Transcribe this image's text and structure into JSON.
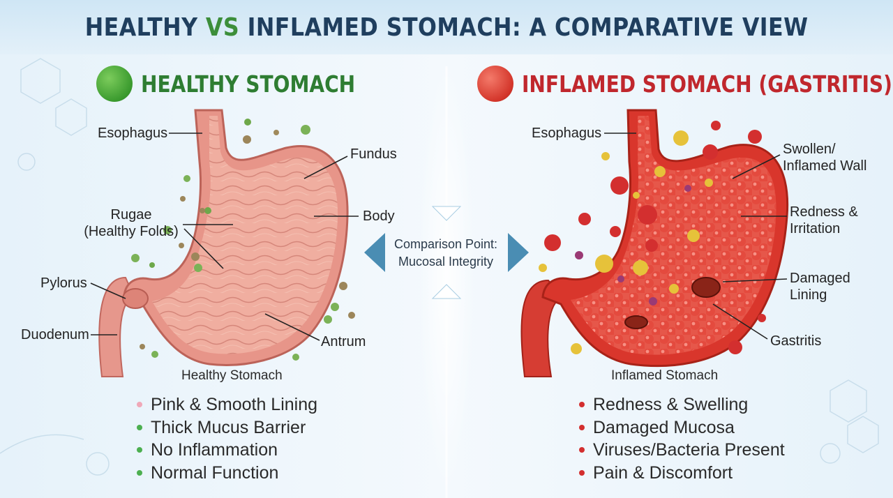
{
  "title": {
    "part1": "HEALTHY ",
    "vs": "VS",
    "part2": " INFLAMED STOMACH: A COMPARATIVE VIEW"
  },
  "healthy": {
    "heading": "HEALTHY STOMACH",
    "labels": {
      "esophagus": "Esophagus",
      "fundus": "Fundus",
      "body": "Body",
      "rugae_line1": "Rugae",
      "rugae_line2": "(Healthy Folds)",
      "pylorus": "Pylorus",
      "duodenum": "Duodenum",
      "antrum": "Antrum"
    },
    "caption": "Healthy Stomach",
    "bullets": [
      "Pink & Smooth Lining",
      "Thick Mucus Barrier",
      "No Inflammation",
      "Normal Function"
    ],
    "bullet_colors": [
      "#f0a8b8",
      "#4caf50",
      "#4caf50",
      "#4caf50"
    ]
  },
  "inflamed": {
    "heading": "INFLAMED STOMACH (GASTRITIS)",
    "labels": {
      "esophagus": "Esophagus",
      "swollen_line1": "Swollen/",
      "swollen_line2": "Inflamed Wall",
      "redness_line1": "Redness &",
      "redness_line2": "Irritation",
      "damaged_line1": "Damaged",
      "damaged_line2": "Lining",
      "gastritis": "Gastritis"
    },
    "caption": "Inflamed Stomach",
    "bullets": [
      "Redness & Swelling",
      "Damaged Mucosa",
      "Viruses/Bacteria Present",
      "Pain & Discomfort"
    ],
    "bullet_color": "#d32f2f"
  },
  "comparison": {
    "line1": "Comparison Point:",
    "line2": "Mucosal Integrity"
  },
  "colors": {
    "title": "#1f3e5e",
    "healthy_green": "#2e7d32",
    "inflamed_red": "#c0272d",
    "arrow_blue": "#3f86ac"
  }
}
